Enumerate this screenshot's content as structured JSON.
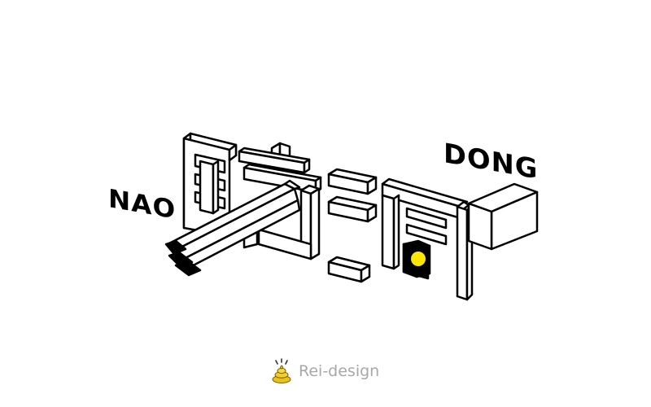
{
  "artwork": {
    "word_left": "NAO",
    "word_right": "DONG",
    "glyph_name": "脑洞",
    "line_color": "#000000",
    "fill_color": "#ffffff",
    "accent_color": "#ffe600",
    "icon": "isometric-3d-lettering"
  },
  "watermark": {
    "label": "Rei-design",
    "icon": "poop-lightbulb-icon",
    "text_color": "#a8a8a8"
  }
}
